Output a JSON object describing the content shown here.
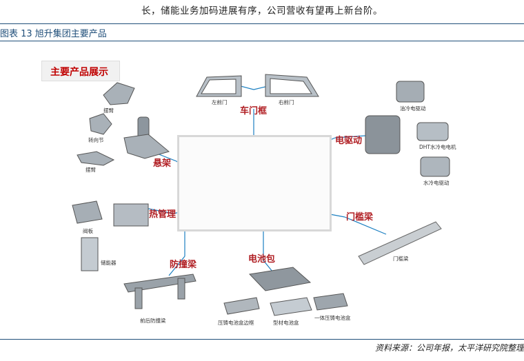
{
  "intro_text": "长，储能业务加码进展有序，公司营收有望再上新台阶。",
  "figure_title": "图表 13 旭升集团主要产品",
  "showcase_title": "主要产品展示",
  "callouts": {
    "door_frame": "车门框",
    "suspension": "悬架",
    "e_drive": "电驱动",
    "thermal": "热管理",
    "sill_beam": "门槛梁",
    "bumper": "防撞梁",
    "battery_pack": "电池包"
  },
  "parts": {
    "control_arm": "摆臂",
    "knuckle": "转向节",
    "lower_arm": "摆臂",
    "left_front_door": "左前门",
    "right_front_door": "右前门",
    "oil_cooled_drive": "油冷电驱动",
    "dht_motor": "DHT水冷电电机",
    "water_cooled_drive": "水冷电驱动",
    "valve_plate": "阀板",
    "storage": "储能器",
    "sill": "门槛梁",
    "front_bumper": "前后防撞梁",
    "die_cast_frame": "压铸电池盒边框",
    "profile_box": "型材电池盒",
    "one_piece_box": "一体压铸电池盒"
  },
  "source_text": "资料来源：公司年报，太平洋研究院整理"
}
